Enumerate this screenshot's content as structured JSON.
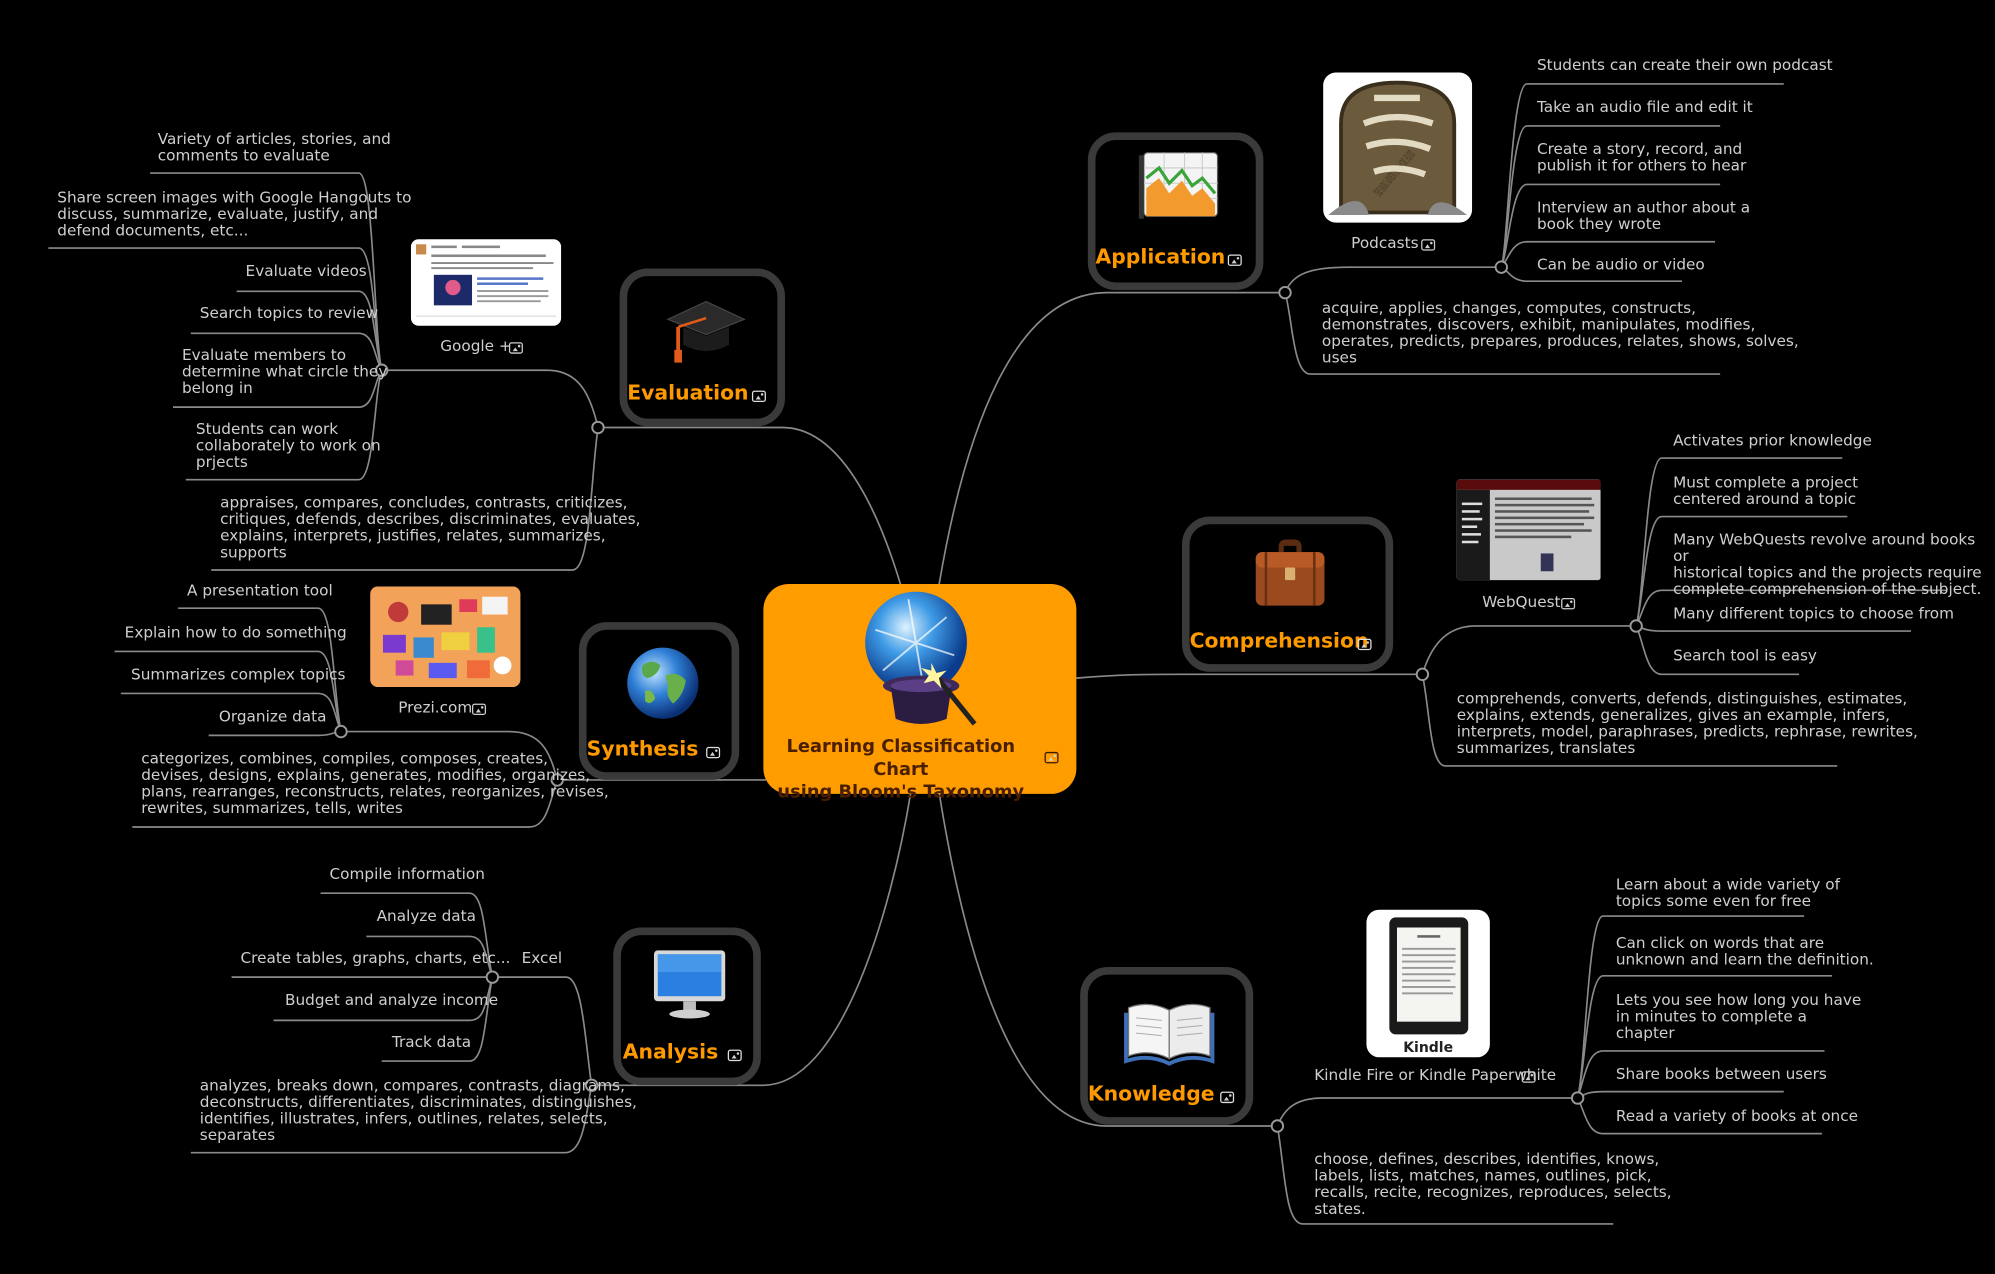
{
  "central": {
    "title": "Learning Classification Chart\nusing Bloom's Taxonomy",
    "icon": "wizard-crystal-ball-icon"
  },
  "branches": {
    "application": {
      "label": "Application",
      "tool": "Podcasts",
      "podcast_image_text": "THE RADIO ADVENTURES of DR. FLOYD",
      "items": [
        "Students can create their own podcast",
        "Take an audio file and edit it",
        "Create a story, record, and\npublish it for others to hear",
        "Interview an author about a\nbook they wrote",
        "Can be audio or video"
      ],
      "verbs": "acquire, applies, changes, computes, constructs,\ndemonstrates, discovers, exhibit, manipulates, modifies,\noperates, predicts, prepares, produces, relates, shows, solves,\nuses"
    },
    "comprehension": {
      "label": "Comprehension",
      "tool": "WebQuest",
      "items": [
        "Activates prior knowledge",
        "Must complete a project\ncentered around a topic",
        "Many WebQuests revolve around books or\nhistorical topics and the projects require\ncomplete comprehension of the subject.",
        "Many different topics to choose from",
        "Search tool is easy"
      ],
      "verbs": "comprehends, converts, defends, distinguishes, estimates,\nexplains, extends, generalizes, gives an example, infers,\ninterprets, model, paraphrases, predicts, rephrase, rewrites,\nsummarizes, translates"
    },
    "knowledge": {
      "label": "Knowledge",
      "tool": "Kindle Fire or Kindle Paperwhite",
      "kindle_caption": "Kindle Paperwhite",
      "items": [
        "Learn about a wide variety of\ntopics some even for free",
        "Can click on words that are\nunknown and learn the definition.",
        "Lets you see how long you have\nin minutes to  complete a\nchapter",
        "Share books between users",
        "Read a variety of books at once"
      ],
      "verbs": "choose, defines, describes, identifies, knows,\nlabels, lists, matches, names, outlines, pick,\nrecalls, recite, recognizes, reproduces, selects,\nstates."
    },
    "evaluation": {
      "label": "Evaluation",
      "tool": "Google +",
      "items": [
        "Variety of articles, stories, and\ncomments to evaluate",
        "Share screen images with Google Hangouts to\ndiscuss, summarize, evaluate, justify, and\ndefend documents, etc...",
        "Evaluate videos",
        "Search topics to review",
        "Evaluate members to\ndetermine what circle they\nbelong in",
        "Students can work\ncollaborately to work on\nprjects"
      ],
      "verbs": "appraises, compares, concludes, contrasts, criticizes,\ncritiques, defends, describes, discriminates, evaluates,\nexplains, interprets, justifies, relates, summarizes,\nsupports"
    },
    "synthesis": {
      "label": "Synthesis",
      "tool": "Prezi.com",
      "items": [
        "A presentation tool",
        "Explain how to do something",
        "Summarizes complex topics",
        "Organize data"
      ],
      "verbs": "categorizes, combines, compiles, composes, creates,\ndevises, designs, explains, generates, modifies, organizes,\nplans, rearranges, reconstructs, relates, reorganizes, revises,\nrewrites, summarizes, tells, writes"
    },
    "analysis": {
      "label": "Analysis",
      "tool": "Excel",
      "items": [
        "Compile information",
        "Analyze data",
        "Create tables, graphs, charts, etc...",
        "Budget and analyze income",
        "Track data"
      ],
      "verbs": "analyzes, breaks down, compares, contrasts, diagrams,\ndeconstructs, differentiates, discriminates, distinguishes,\nidentifies, illustrates, infers, outlines, relates, selects,\nseparates"
    }
  },
  "colors": {
    "background": "#000000",
    "central": "#ff9c00",
    "topic_label": "#ff9900",
    "line": "#8a8a8a",
    "text": "#cfcfcf"
  }
}
